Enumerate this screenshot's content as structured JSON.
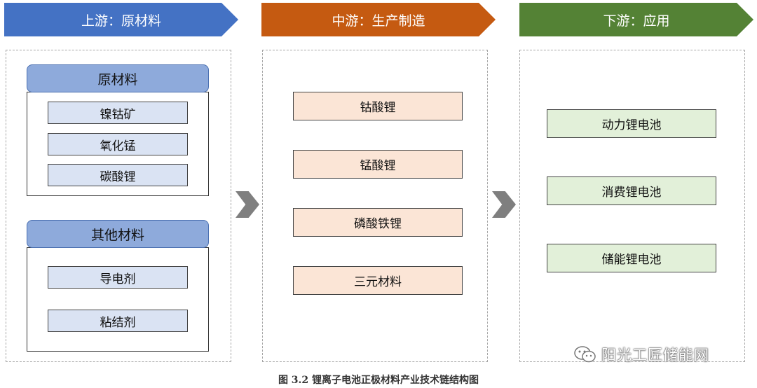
{
  "colors": {
    "upstream": "#4472c4",
    "midstream": "#c55a11",
    "downstream": "#548235",
    "group_header": "#8eaadb",
    "item_blue": "#dae3f3",
    "item_peach": "#fbe5d6",
    "item_green": "#e2f0d9",
    "flow_arrow": "#7f7f7f"
  },
  "stages": [
    {
      "label": "上游：原材料"
    },
    {
      "label": "中游：生产制造"
    },
    {
      "label": "下游：应用"
    }
  ],
  "upstream": {
    "raw_materials": {
      "title": "原材料",
      "items": [
        "镍钴矿",
        "氧化锰",
        "碳酸锂"
      ]
    },
    "other_materials": {
      "title": "其他材料",
      "items": [
        "导电剂",
        "粘结剂"
      ]
    }
  },
  "midstream": {
    "items": [
      "钴酸锂",
      "锰酸锂",
      "磷酸铁锂",
      "三元材料"
    ]
  },
  "downstream": {
    "items": [
      "动力锂电池",
      "消费锂电池",
      "储能锂电池"
    ]
  },
  "flow_icon": "arrow-right-icon",
  "watermark": {
    "text": "阳光工匠储能网",
    "icon": "wechat-icon"
  },
  "caption": "图 3.2 锂离子电池正极材料产业技术链结构图"
}
